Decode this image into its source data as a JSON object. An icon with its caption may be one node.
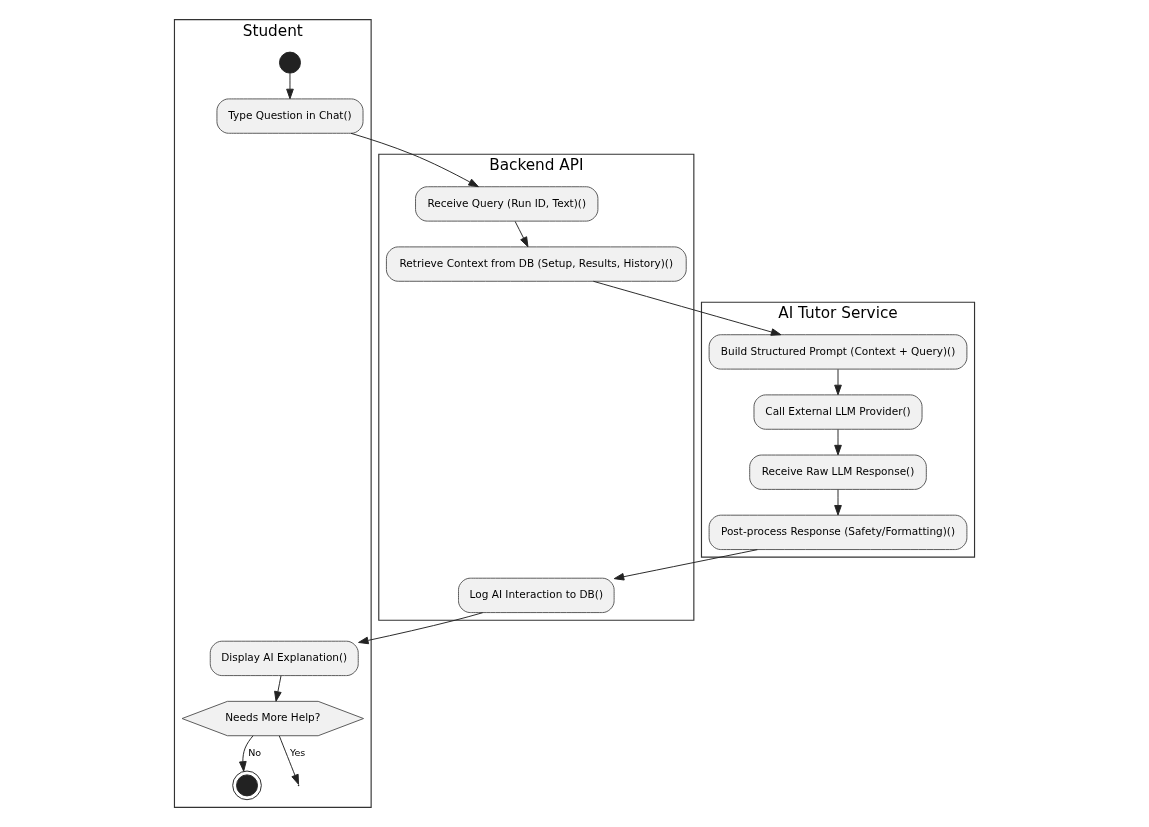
{
  "diagram": {
    "nodes": [
      {
        "text": [
          "Student"
        ]
      },
      {
        "text": [],
        "shape": "circle",
        "in": 0
      },
      {
        "text": [
          "Type Question in Chat()"
        ],
        "in": 0
      },
      {
        "text": [
          "Backend API"
        ]
      },
      {
        "text": [
          "Receive Query (Run ID, Text)()"
        ],
        "in": 3
      },
      {
        "text": [
          "Retrieve Context from DB (Setup, Results, History)()"
        ],
        "in": 3
      },
      {
        "text": [
          "AI Tutor Service"
        ]
      },
      {
        "text": [
          "Build Structured Prompt (Context + Query)()"
        ],
        "in": 6
      },
      {
        "text": [
          "Call External LLM Provider()"
        ],
        "in": 6
      },
      {
        "text": [
          "Receive Raw LLM Response()"
        ],
        "in": 6
      },
      {
        "text": [
          "Post-process Response (Safety/Formatting)()"
        ],
        "in": 6
      },
      {
        "text": [
          "Log AI Interaction to DB()"
        ],
        "in": 3
      },
      {
        "text": [
          "Display AI Explanation()"
        ],
        "in": 0
      },
      {
        "text": [
          "Needs More Help?"
        ],
        "in": 0
      },
      {
        "text": [],
        "shape": "circle",
        "in": 0
      }
    ],
    "edges": [
      {
        "from": 1,
        "to": 2,
        "arrow": "to"
      },
      {
        "from": 2,
        "to": 4,
        "arrow": "to"
      },
      {
        "from": 4,
        "to": 5,
        "arrow": "to"
      },
      {
        "from": 5,
        "to": 7,
        "arrow": "to"
      },
      {
        "from": 7,
        "to": 8,
        "arrow": "to"
      },
      {
        "from": 8,
        "to": 9,
        "arrow": "to"
      },
      {
        "from": 9,
        "to": 10,
        "arrow": "to"
      },
      {
        "from": 10,
        "to": 11,
        "arrow": "to"
      },
      {
        "from": 11,
        "to": 12,
        "arrow": "to"
      },
      {
        "from": 12,
        "to": 13,
        "arrow": "to"
      },
      {
        "from": 13,
        "to": 14,
        "arrow": "to",
        "label": "No"
      },
      {
        "from": 13,
        "to": null,
        "arrow": "to",
        "label": "Yes"
      }
    ]
  }
}
